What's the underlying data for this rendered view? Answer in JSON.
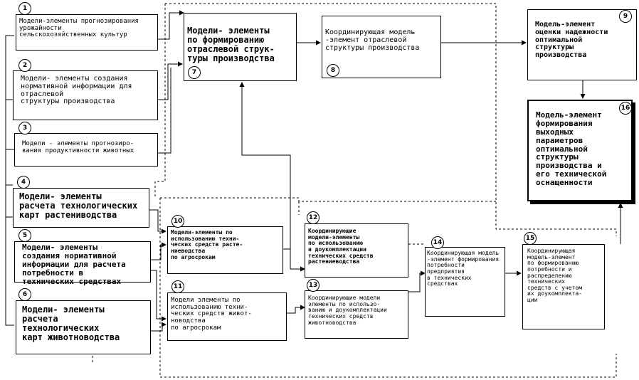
{
  "nodes": {
    "n1": {
      "num": "1",
      "text": "Модели-элементы прогнозирования\nурожайности\nсельскохозяйственных  культур"
    },
    "n2": {
      "num": "2",
      "text": "Модели- элементы создания\nнормативной информации для\nотраслевой\nструктуры производства"
    },
    "n3": {
      "num": "3",
      "text": "Модели - элементы прогнозиро-\nвания продуктивности животных"
    },
    "n4": {
      "num": "4",
      "text": "Модели- элементы\nрасчета технологических\nкарт растениводства"
    },
    "n5": {
      "num": "5",
      "text": "Модели- элементы\nсоздания нормативной\nинформации для расчета\nпотребности в\nтехнических средствах"
    },
    "n6": {
      "num": "6",
      "text": "Модели- элементы\nрасчета\nтехнологических\nкарт животноводства"
    },
    "n7": {
      "num": "7",
      "text": "Модели- элементы\nпо формированию\nотраслевой струк-\nтуры производства"
    },
    "n8": {
      "num": "8",
      "text": "Координирующая модель\n-элемент отраслевой\nструктуры производства"
    },
    "n9": {
      "num": "9",
      "text": "Модель-элемент\nоценки надежности\nоптимальной\nструктуры\nпроизводства"
    },
    "n10": {
      "num": "10",
      "text": "Модели-элементы по\nиспользованию техни-\nческих средств расте-\nниеводства\nпо агросрокам"
    },
    "n11": {
      "num": "11",
      "text": "Модели элементы по\nиспользованию техни-\nческих средств живот-\nноводства\nпо агросрокам"
    },
    "n12": {
      "num": "12",
      "text": "Координирующие\nмодели-элементы\nпо использованию\nи доукомплектации\nтехнических средств\nрастениеводства"
    },
    "n13": {
      "num": "13",
      "text": "Координирующие модели\nэлементы по использо-\nванию и доукомплектации\nтехнических средств\nживотноводства"
    },
    "n14": {
      "num": "14",
      "text": "Координирующая модель\n-элемент формирования\nпотребности предприятия\nв технических\nсредствах"
    },
    "n15": {
      "num": "15",
      "text": "Координирующая\nмодель-элемент\nпо формированию\nпотребности и\nраспределению\nтехнических\nсредств с учетом\nих доукомплекта-\nции"
    },
    "n16": {
      "num": "16",
      "text": "Модель-элемент\nформирования\nвыходных\nпараметров\nоптимальной\nструктуры\nпроизводства и\nего технической\nоснащенности"
    }
  }
}
